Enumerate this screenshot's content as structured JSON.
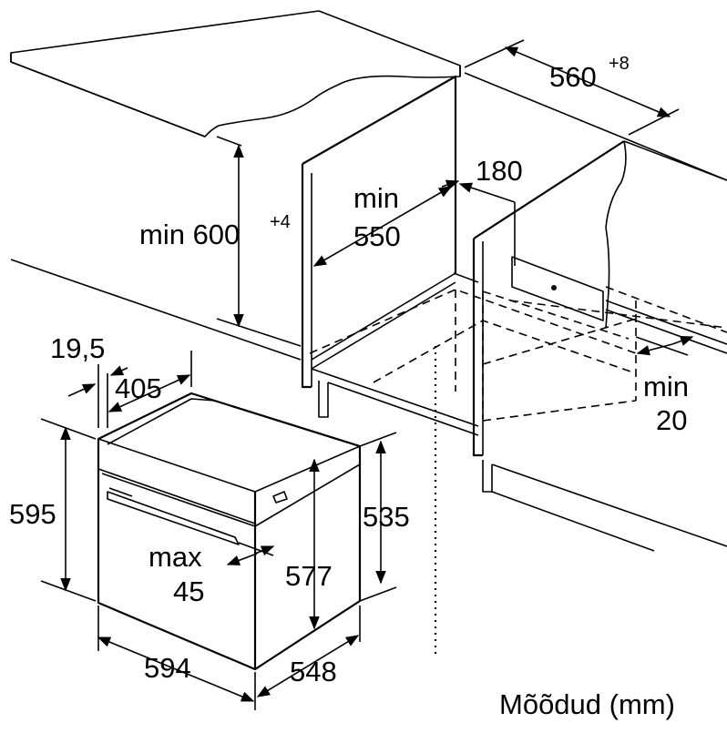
{
  "labels": {
    "depth_niche": "560",
    "depth_niche_tol": "+8",
    "vent_180": "180",
    "min_550_a": "min",
    "min_550_b": "550",
    "min_600": "min 600",
    "min_600_tol": "+4",
    "offset_19_5": "19,5",
    "dim_405": "405",
    "dim_595": "595",
    "dim_535": "535",
    "dim_577": "577",
    "max_45_a": "max",
    "max_45_b": "45",
    "dim_594": "594",
    "dim_548": "548",
    "min_20_a": "min",
    "min_20_b": "20",
    "units": "Mõõdud (mm)"
  }
}
